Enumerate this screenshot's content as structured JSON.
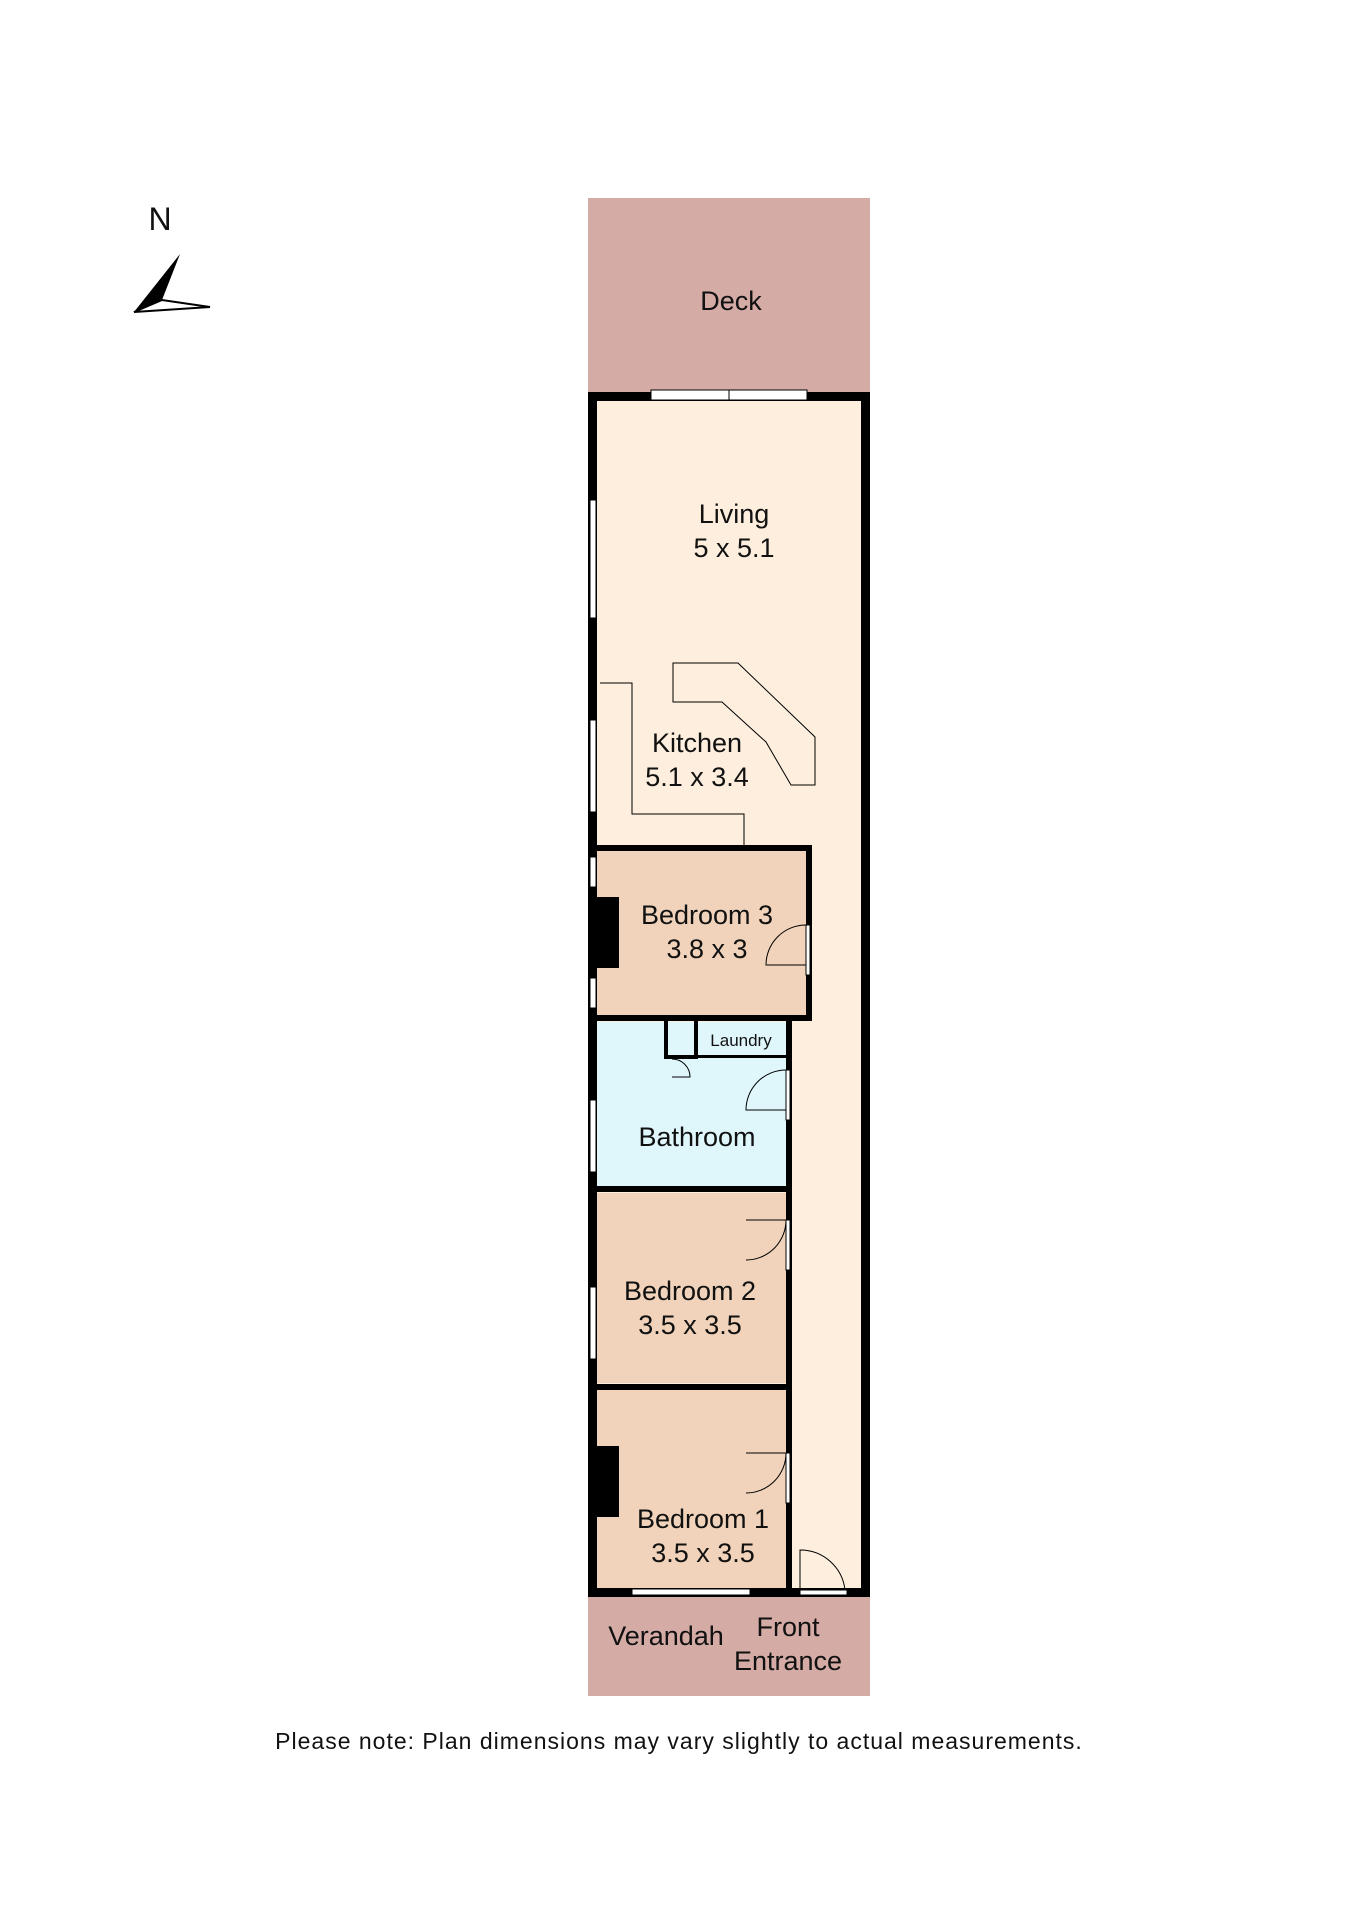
{
  "compass": {
    "label": "N",
    "icon": "north-arrow-icon"
  },
  "rooms": {
    "deck": {
      "name": "Deck"
    },
    "living": {
      "name": "Living",
      "dims": "5 x 5.1"
    },
    "kitchen": {
      "name": "Kitchen",
      "dims": "5.1 x 3.4"
    },
    "bedroom3": {
      "name": "Bedroom 3",
      "dims": "3.8 x 3"
    },
    "laundry": {
      "name": "Laundry"
    },
    "bathroom": {
      "name": "Bathroom"
    },
    "bedroom2": {
      "name": "Bedroom 2",
      "dims": "3.5 x 3.5"
    },
    "bedroom1": {
      "name": "Bedroom 1",
      "dims": "3.5 x 3.5"
    },
    "verandah": {
      "name": "Verandah"
    },
    "front_entrance": {
      "line1": "Front",
      "line2": "Entrance"
    }
  },
  "colors": {
    "outdoor": "#d4aba5",
    "living": "#fdeedd",
    "bedroom": "#f0d3ba",
    "bathroom": "#dff7fb",
    "wall": "#000000"
  },
  "disclaimer": "Please note: Plan dimensions may vary slightly to actual measurements."
}
